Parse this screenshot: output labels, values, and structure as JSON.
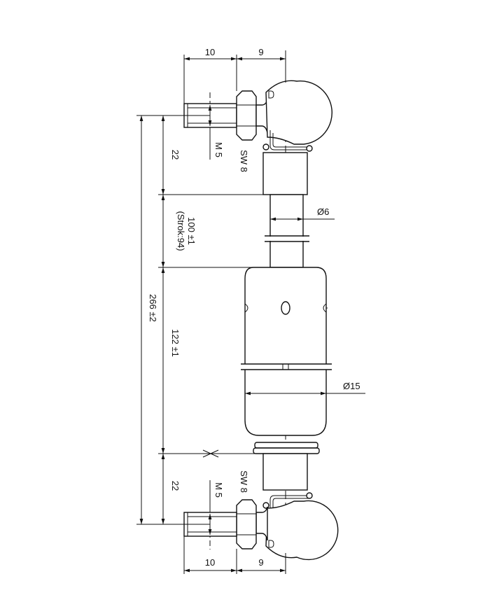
{
  "drawing": {
    "dimensions": {
      "thread_length_top": "10",
      "ball_offset_top": "9",
      "thread_length_bottom": "10",
      "ball_offset_bottom": "9",
      "overall_length": "266 ±2",
      "end_fitting_top": "22",
      "stroke_nominal": "100 ±1",
      "stroke_actual": "(Strok:94)",
      "body_length": "122 ±1",
      "end_fitting_bottom": "22",
      "rod_diameter": "Ø6",
      "tube_diameter": "Ø15",
      "thread_top": "M 5",
      "thread_bottom": "M 5",
      "wrench_top": "SW 8",
      "wrench_bottom": "SW 8"
    }
  }
}
